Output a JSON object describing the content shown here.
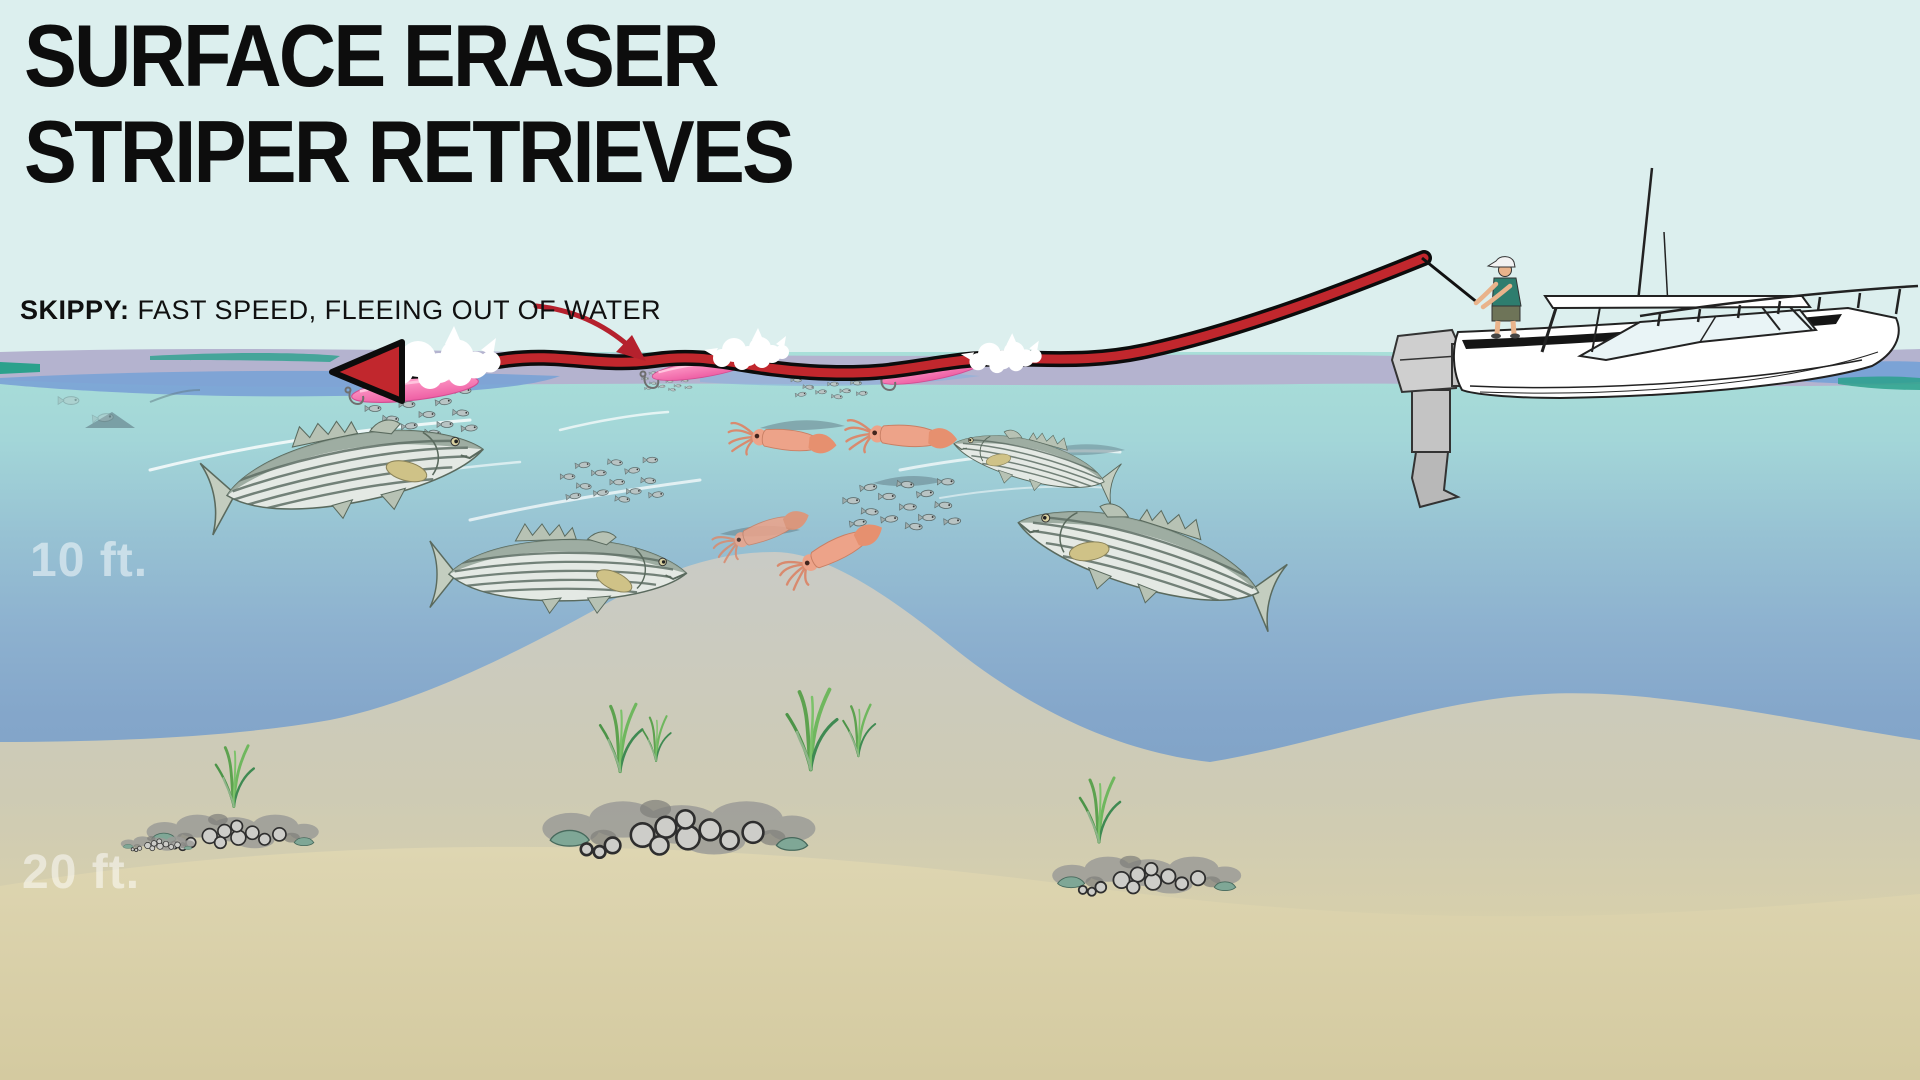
{
  "title": {
    "line1": "SURFACE ERASER",
    "line2": "STRIPER RETRIEVES"
  },
  "annotation": {
    "label": "SKIPPY:",
    "text": "FAST SPEED, FLEEING OUT OF WATER"
  },
  "depth_markers": [
    {
      "label": "10 ft."
    },
    {
      "label": "20 ft."
    }
  ],
  "scene": {
    "elements": [
      {
        "name": "fishing-boat",
        "count": 1
      },
      {
        "name": "angler",
        "count": 1
      },
      {
        "name": "retrieve-line-arrow",
        "color": "#c1272d"
      },
      {
        "name": "skippy-surface-lure",
        "color": "#f678b0",
        "count": 3
      },
      {
        "name": "splash-foam",
        "count": 3
      },
      {
        "name": "striped-bass",
        "count": 4
      },
      {
        "name": "squid",
        "count": 4
      },
      {
        "name": "baitfish-school",
        "count": 5
      },
      {
        "name": "rock-patch",
        "count": 4
      },
      {
        "name": "eelgrass-tuft",
        "count": 6
      }
    ],
    "colors": {
      "sky": "#dcefee",
      "water_top": "#a9dfd9",
      "water_deep": "#7fa2c6",
      "surface_band": "#b4b3cf",
      "surface_teal": "#2ba18c",
      "surface_blue": "#7ba3d6",
      "sand": "#dbd2ab",
      "line_red": "#c1272d",
      "lure_pink": "#f678b0"
    }
  }
}
